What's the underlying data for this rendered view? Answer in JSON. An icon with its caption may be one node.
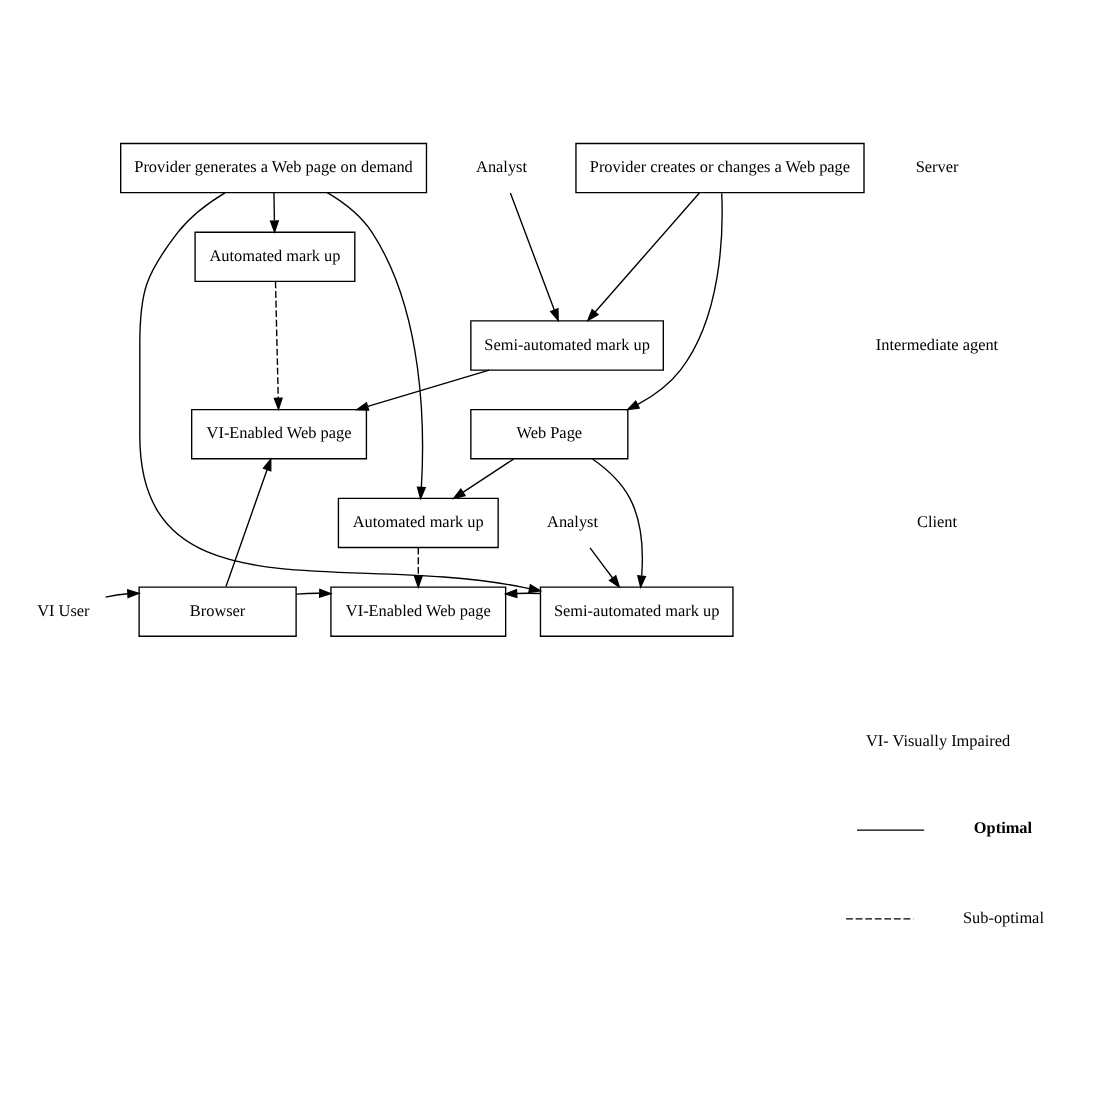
{
  "diagram": {
    "nodes": [
      {
        "text": [
          "Provider generates a Web page on demand"
        ]
      },
      {
        "text": [
          "Analyst"
        ]
      },
      {
        "text": [
          "Provider creates or changes a Web page"
        ]
      },
      {
        "text": [
          "Automated mark up"
        ]
      },
      {
        "text": [
          "Semi-automated mark up"
        ]
      },
      {
        "text": [
          "VI-Enabled Web page"
        ]
      },
      {
        "text": [
          "Web Page"
        ]
      },
      {
        "text": [
          "Automated mark up"
        ]
      },
      {
        "text": [
          "VI User"
        ]
      },
      {
        "text": [
          "Browser"
        ]
      },
      {
        "text": [
          "VI-Enabled Web page"
        ]
      },
      {
        "text": [
          "Semi-automated mark up"
        ]
      },
      {
        "text": [
          "Analyst"
        ]
      }
    ],
    "edges": [
      {
        "from": 0,
        "to": 3,
        "arrow": "to"
      },
      {
        "from": 0,
        "to": 7,
        "arrow": "to"
      },
      {
        "from": 0,
        "to": 11,
        "arrow": "to"
      },
      {
        "from": 2,
        "to": 4,
        "arrow": "to"
      },
      {
        "from": 1,
        "to": 4,
        "arrow": "to"
      },
      {
        "from": 2,
        "to": 6,
        "arrow": "to"
      },
      {
        "from": 3,
        "to": 5,
        "arrow": "to",
        "style": "dashed"
      },
      {
        "from": 4,
        "to": 5,
        "arrow": "to"
      },
      {
        "from": 6,
        "to": 7,
        "arrow": "to"
      },
      {
        "from": 6,
        "to": 11,
        "arrow": "to"
      },
      {
        "from": 7,
        "to": 10,
        "arrow": "to",
        "style": "dashed"
      },
      {
        "from": 8,
        "to": 9,
        "arrow": "to"
      },
      {
        "from": 9,
        "to": 5,
        "arrow": "to"
      },
      {
        "from": 9,
        "to": 10,
        "arrow": "to"
      },
      {
        "from": 11,
        "to": 10,
        "arrow": "to"
      },
      {
        "from": 12,
        "to": 11,
        "arrow": "to"
      }
    ],
    "labels": [
      "Server",
      "Intermediate agent",
      "Client",
      "VI- Visually Impaired"
    ],
    "legend": [
      {
        "text": "Optimal"
      },
      {
        "text": "Sub-optimal"
      }
    ]
  }
}
